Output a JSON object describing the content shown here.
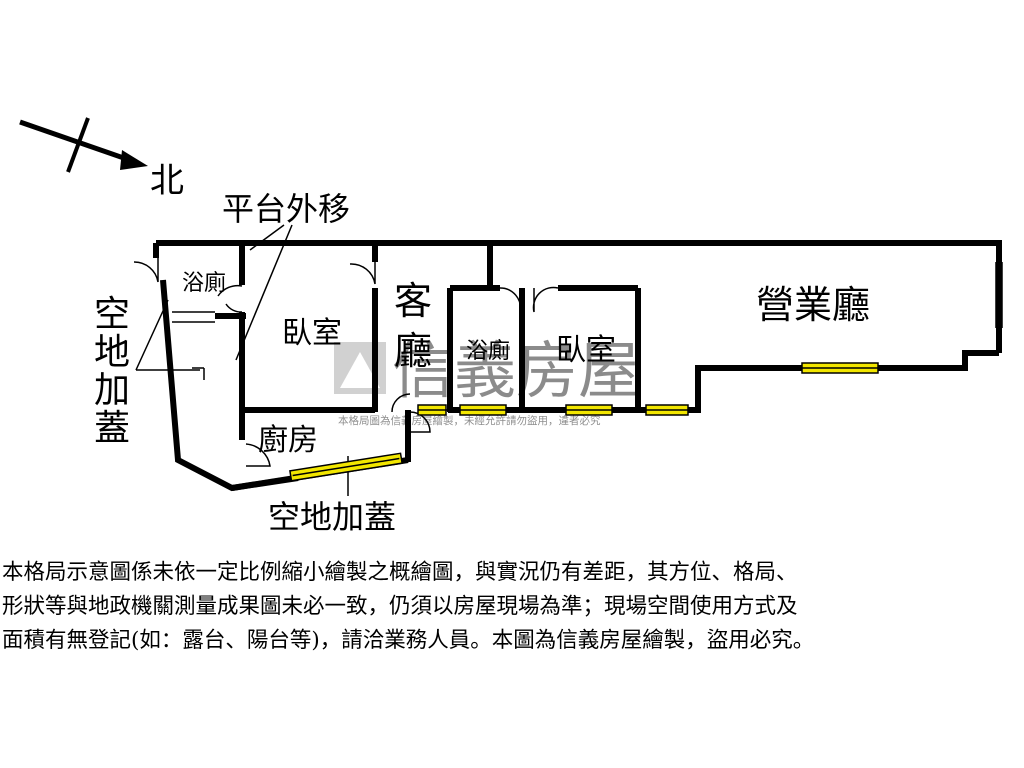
{
  "compass": {
    "label": "北"
  },
  "labels": {
    "platform_moved": "平台外移",
    "bath_left": "浴廁",
    "bedroom_left": "臥室",
    "living_room": "客廳",
    "bath_center": "浴廁",
    "bedroom_center": "臥室",
    "business_hall": "營業廳",
    "kitchen": "廚房",
    "vacant_land_left": "空地加蓋",
    "vacant_land_bottom": "空地加蓋"
  },
  "watermark": {
    "brand": "信義房屋",
    "notice": "本格局圖為信義房屋繪製，未經允許請勿盜用，違者必究"
  },
  "disclaimer": "本格局示意圖係未依一定比例縮小繪製之概繪圖，與實況仍有差距，其方位、格局、\n形狀等與地政機關測量成果圖未必一致，仍須以房屋現場為準；現場空間使用方式及\n面積有無登記(如：露台、陽台等)，請洽業務人員。本圖為信義房屋繪製，盜用必究。",
  "colors": {
    "wall": "#000000",
    "window": "#f2e600",
    "watermark": "#9a9a9a"
  }
}
